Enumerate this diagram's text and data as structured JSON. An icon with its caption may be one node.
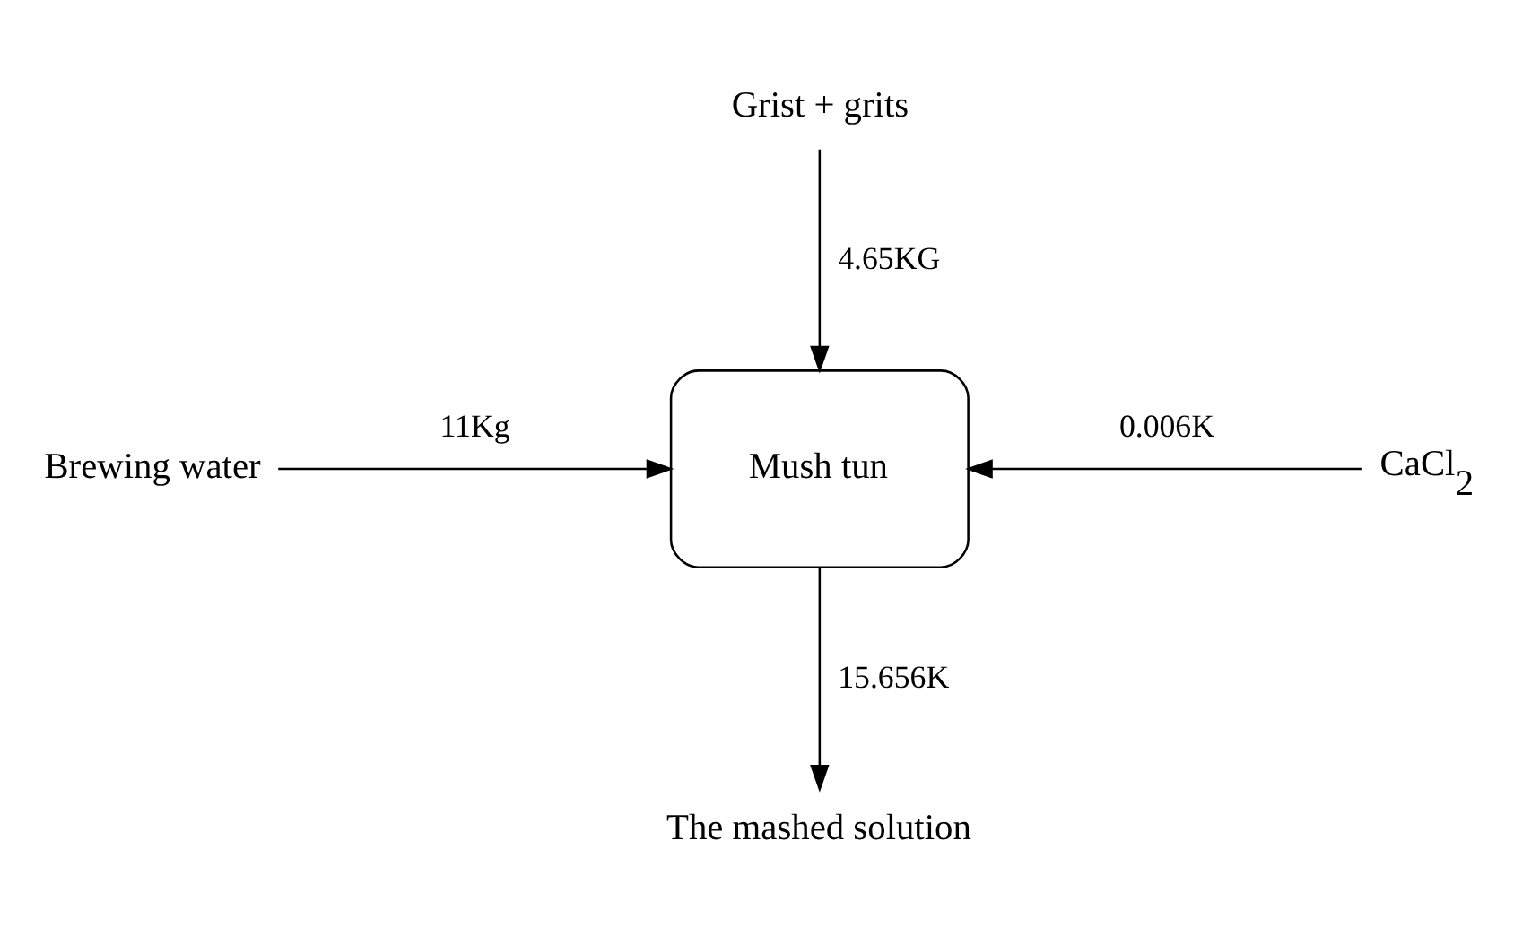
{
  "diagram": {
    "nodes": [
      {
        "text": [
          "Mush tun"
        ]
      },
      {
        "text": [
          "Grist + grits"
        ]
      },
      {
        "text": [
          "Brewing water"
        ]
      },
      {
        "text": [
          "CaCl$_{2}$"
        ]
      },
      {
        "text": [
          "The mashed solution"
        ]
      }
    ],
    "edges": [
      {
        "from": 1,
        "to": 0,
        "arrow": "to",
        "label": "4.65KG"
      },
      {
        "from": 2,
        "to": 0,
        "arrow": "to",
        "label": "11Kg"
      },
      {
        "from": 3,
        "to": 0,
        "arrow": "to",
        "label": "0.006K"
      },
      {
        "from": 0,
        "to": 4,
        "arrow": "to",
        "label": "15.656K"
      }
    ]
  }
}
